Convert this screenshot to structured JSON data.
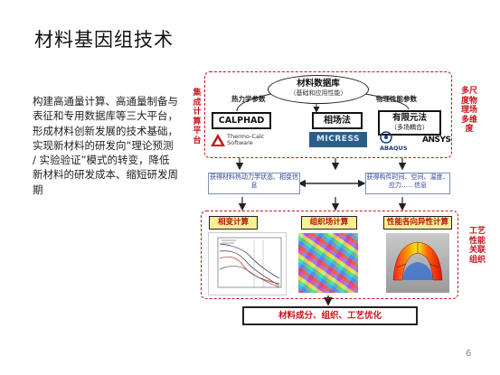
{
  "page": {
    "title": "材料基因组技术",
    "body": "构建高通量计算、高通量制备与表征和专用数据库等三大平台，形成材料创新发展的技术基础，实现新材料的研发向“理论预测 / 实验验证”模式的转变，降低新材料的研发成本、缩短研发周期",
    "page_number": "6"
  },
  "diagram": {
    "left_label": "集成计算平台",
    "right_label_top": "多尺度物理场多维度",
    "right_label_bottom": "工艺性能关联组织",
    "database": {
      "title": "材料数据库",
      "subtitle": "（基础和应用性能）"
    },
    "thermo_params": "热力学参数",
    "physical_params": "物理性能参数",
    "methods": {
      "calphad": "CALPHAD",
      "phase_field": "相场法",
      "fem_title": "有限元法",
      "fem_sub": "（多场耦合）"
    },
    "logos": {
      "thermo_calc": "Thermo-Calc Software",
      "micress": "MICRESS",
      "abaqus": "ABAQUS",
      "ansys": "ANSYS"
    },
    "info_left": "获得材料热动力学状态、相变信息",
    "info_right": "获得构件时间、空间、温度、应力……信息",
    "calc_labels": [
      "相变计算",
      "组织场计算",
      "性能各向异性计算"
    ],
    "result": "材料成分、组织、工艺优化",
    "colors": {
      "accent_red": "#c8141a",
      "label_yellow": "#f7ef93",
      "info_blue": "#2c3f94"
    }
  }
}
